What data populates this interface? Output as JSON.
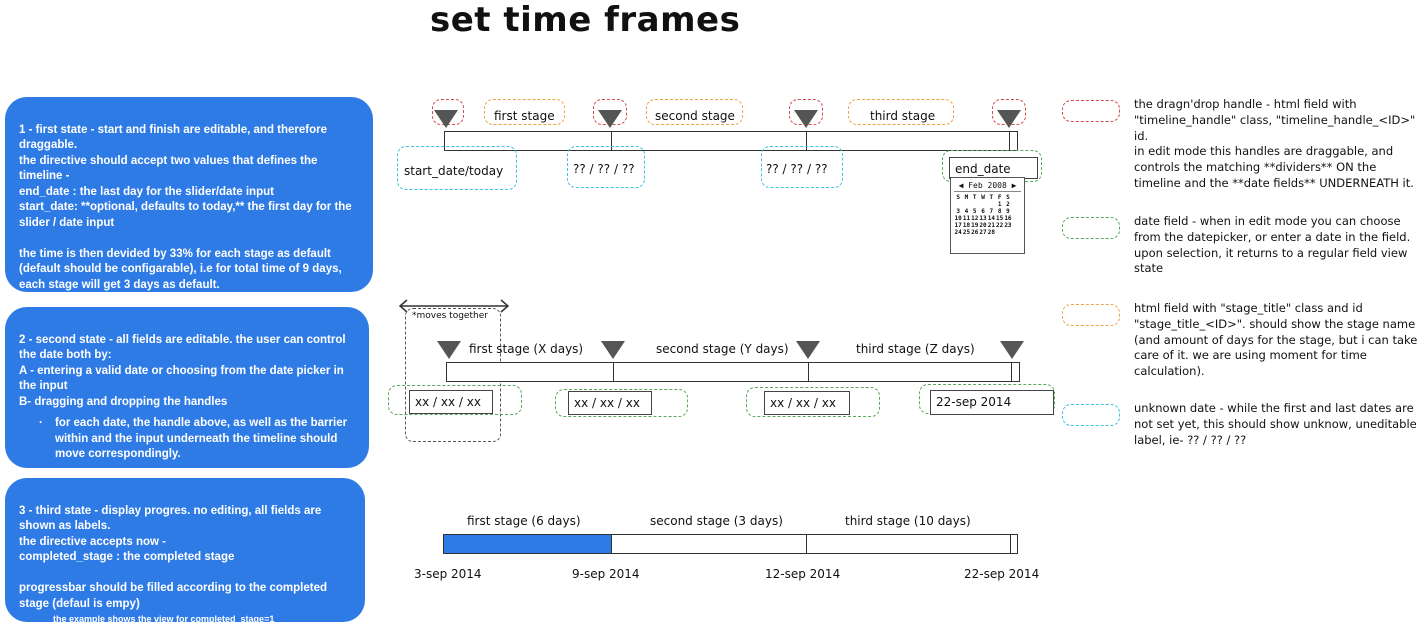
{
  "title": "set time frames",
  "notes": {
    "first": "1 - first state - start and finish are editable, and therefore draggable.\nthe directive should accept two values that defines the timeline -\nend_date : the last day for the slider/date input\nstart_date: **optional, defaults to today,** the first day for the slider / date input\n\nthe time is then devided by 33% for each stage as default (default should be configarable), i.e for total time of 9 days, each stage will get 3 days as default.",
    "second": "2 - second state - all fields are editable. the user can control the date both by:\nA - entering a valid date or choosing from the date picker in the input\nB- dragging and dropping the handles",
    "second_bullet": "for each date, the handle above, as well as the barrier within and the input underneath the timeline should move correspondingly.",
    "third": "3 - third state - display progres. no editing, all fields are shown as labels.\nthe directive accepts now -\ncompleted_stage : the completed stage\n\nprogressbar should be filled according to the completed stage (defaul is empy)",
    "third_small": "the example shows the view for completed_stage=1"
  },
  "state1": {
    "stages": [
      "first stage",
      "second stage",
      "third stage"
    ],
    "dates": [
      "start_date/today",
      "?? / ?? / ??",
      "?? / ?? / ??",
      "end_date"
    ],
    "calendar": {
      "month": "Feb 2008",
      "days_header": [
        "S",
        "M",
        "T",
        "W",
        "T",
        "F",
        "S"
      ],
      "weeks": [
        [
          "",
          "",
          "",
          "",
          "",
          "1",
          "2"
        ],
        [
          "3",
          "4",
          "5",
          "6",
          "7",
          "8",
          "9"
        ],
        [
          "10",
          "11",
          "12",
          "13",
          "14",
          "15",
          "16"
        ],
        [
          "17",
          "18",
          "19",
          "20",
          "21",
          "22",
          "23"
        ],
        [
          "24",
          "25",
          "26",
          "27",
          "28",
          "",
          ""
        ]
      ]
    }
  },
  "state2": {
    "moves_together": "*moves together",
    "stages": [
      "first stage (X days)",
      "second stage (Y days)",
      "third stage (Z days)"
    ],
    "dates": [
      "xx / xx / xx",
      "xx / xx / xx",
      "xx / xx / xx",
      "22-sep 2014"
    ]
  },
  "state3": {
    "stages": [
      "first stage (6 days)",
      "second stage (3 days)",
      "third stage (10 days)"
    ],
    "dates": [
      "3-sep 2014",
      "9-sep 2014",
      "12-sep 2014",
      "22-sep 2014"
    ],
    "completed_stage": 1,
    "fill_color": "#2f7be6"
  },
  "legend": [
    {
      "color": "#d24a4a",
      "text": "the dragn'drop handle - html field with \"timeline_handle\" class, \"timeline_handle_<ID>\" id.\nin edit mode this handles are draggable, and controls the matching **dividers** ON the timeline and the **date fields** UNDERNEATH it."
    },
    {
      "color": "#5aa65a",
      "text": "date field - when in edit mode you can choose from the datepicker, or enter a date in the field.\nupon selection, it returns to a regular field view state"
    },
    {
      "color": "#e8a64b",
      "text": "html field with \"stage_title\" class and id \"stage_title_<ID>\". should show the stage name (and amount of days for the stage, but i can take care of it. we are using moment for time calculation)."
    },
    {
      "color": "#3cc3dd",
      "text": "unknown date - while the first and last dates are not set yet, this should show unknow, uneditable label, ie- ?? / ?? / ??"
    }
  ]
}
